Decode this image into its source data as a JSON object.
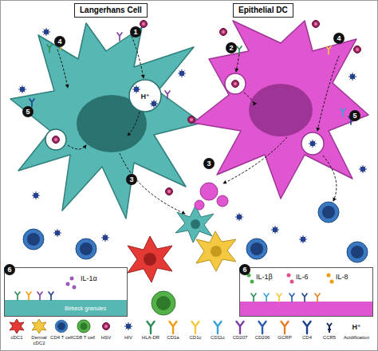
{
  "diagram": {
    "nodes": [
      {
        "text": [
          "Langerhans Cell"
        ]
      },
      {
        "text": [
          "Epithelial DC"
        ]
      },
      {
        "text": [
          "IL-1α",
          "Birbeck granules"
        ]
      },
      {
        "text": [
          "IL-1β",
          "IL-6",
          "IL-8"
        ]
      }
    ],
    "labels": [
      "4",
      "1",
      "5",
      "3",
      "H⁺",
      "2",
      "4",
      "5",
      "3",
      "6",
      "6",
      "H⁺"
    ],
    "legend": [
      {
        "text": "cDC1"
      },
      {
        "text": "Dermal cDC2"
      },
      {
        "text": "CD4 T cell"
      },
      {
        "text": "CD8 T cell"
      },
      {
        "text": "HSV"
      },
      {
        "text": "HIV"
      },
      {
        "text": "HLA-DR"
      },
      {
        "text": "CD1a"
      },
      {
        "text": "CD1c"
      },
      {
        "text": "CD11c"
      },
      {
        "text": "CD207"
      },
      {
        "text": "CD206"
      },
      {
        "text": "GCRP"
      },
      {
        "text": "CD4"
      },
      {
        "text": "CCR5"
      },
      {
        "text": "Acidification"
      }
    ]
  }
}
